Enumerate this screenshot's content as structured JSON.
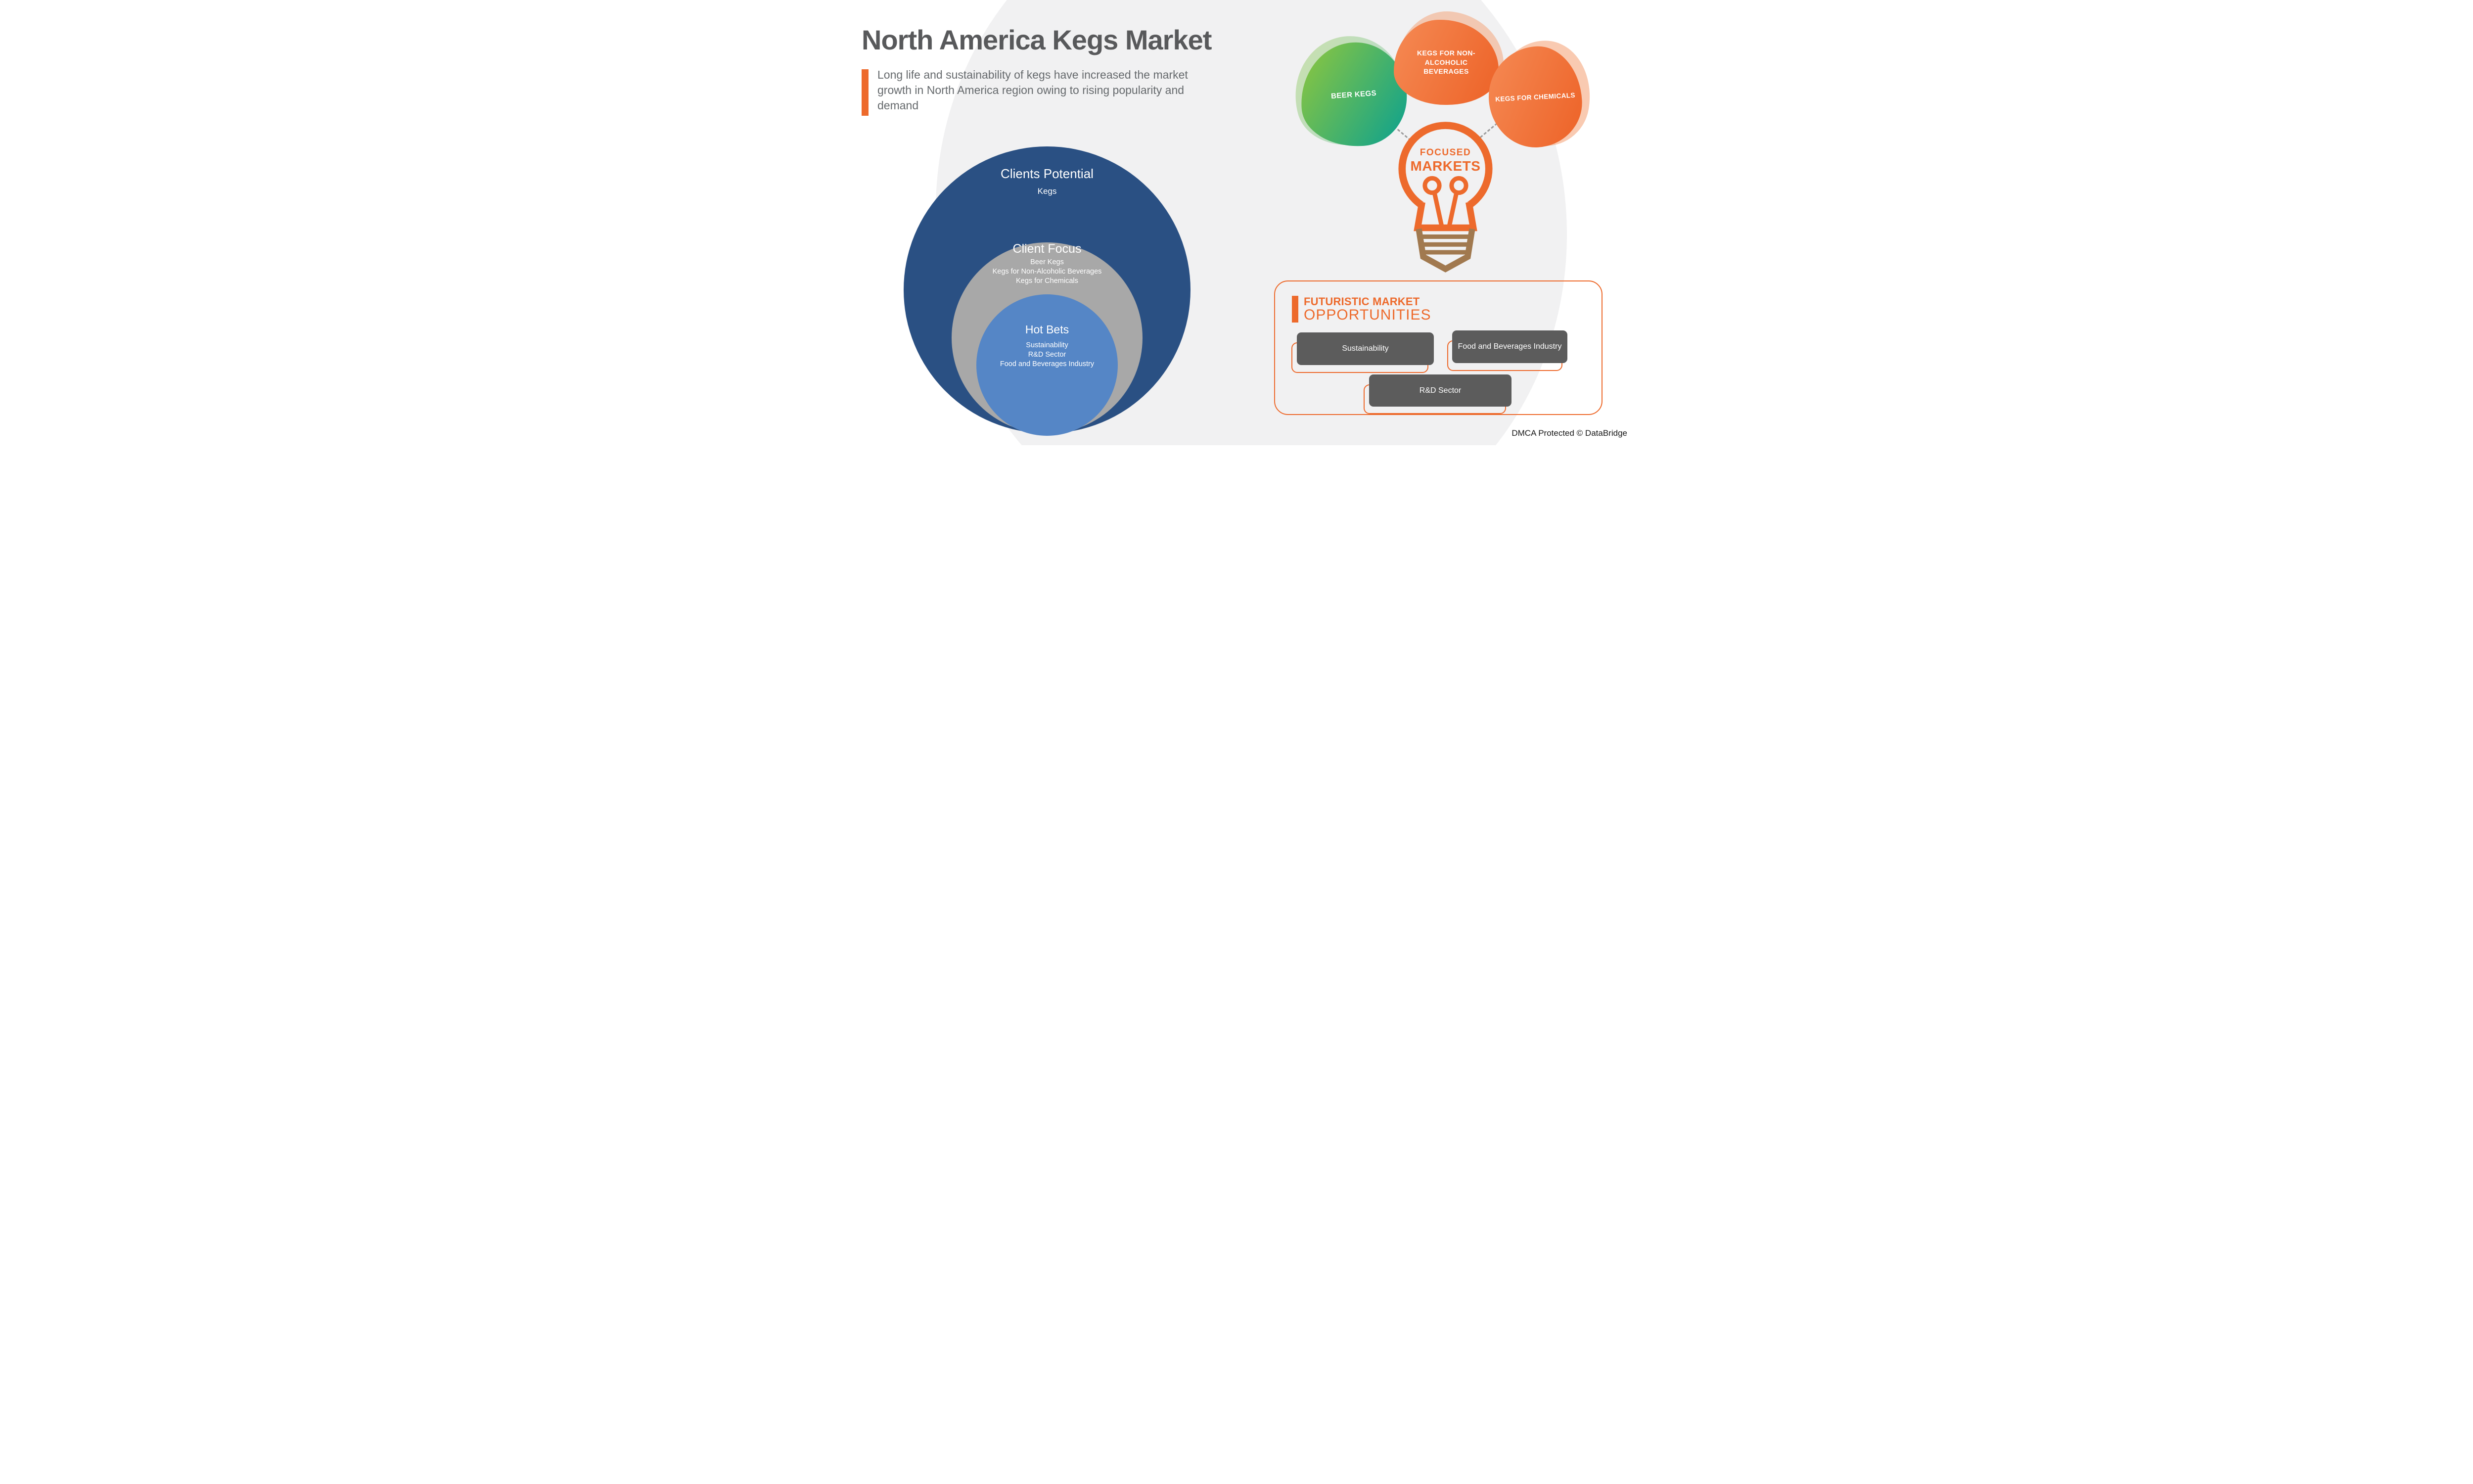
{
  "header": {
    "title": "North America Kegs Market",
    "subtitle": "Long life and sustainability of kegs have increased the market growth in North America region owing to rising popularity and demand"
  },
  "venn": {
    "outer_title": "Clients Potential",
    "outer_item": "Kegs",
    "middle_title": "Client Focus",
    "middle_items": [
      "Beer Kegs",
      "Kegs for Non-Alcoholic Beverages",
      "Kegs for Chemicals"
    ],
    "inner_title": "Hot Bets",
    "inner_items": [
      "Sustainability",
      "R&D Sector",
      "Food and Beverages Industry"
    ]
  },
  "focus_diagram": {
    "segments": [
      "BEER KEGS",
      "KEGS FOR NON-ALCOHOLIC BEVERAGES",
      "KEGS FOR CHEMICALS"
    ],
    "hub_line1": "FOCUSED",
    "hub_line2": "MARKETS"
  },
  "opportunities": {
    "heading_line1": "FUTURISTIC MARKET",
    "heading_line2": "OPPORTUNITIES",
    "items": [
      "Sustainability",
      "Food and Beverages Industry",
      "R&D Sector"
    ]
  },
  "footer": {
    "dmca": "DMCA Protected © DataBridge"
  },
  "colors": {
    "accent_orange": "#ED6A2C",
    "orange_gradient_start": "#F58A54",
    "orange_gradient_end": "#ED6227",
    "green_gradient_start": "#8CC63F",
    "green_gradient_end": "#0FA28D",
    "navy": "#2A5083",
    "mid_gray": "#A8A8A8",
    "light_blue": "#5586C6",
    "button_gray": "#5C5C5C",
    "title_gray": "#58595B",
    "bulb_base_brown": "#A1794F",
    "background_gray": "#F1F1F2"
  }
}
